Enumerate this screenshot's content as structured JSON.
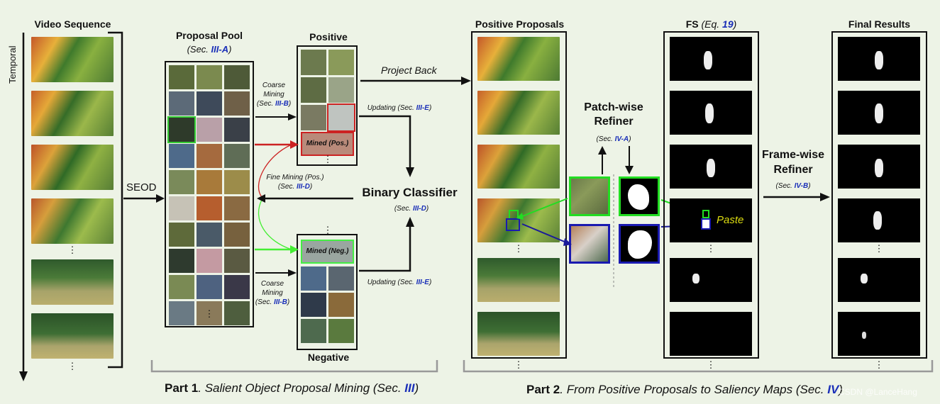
{
  "columns": {
    "video_sequence": "Video Sequence",
    "temporal": "Temporal",
    "proposal_pool": "Proposal Pool",
    "proposal_pool_ref_prefix": "(Sec. ",
    "proposal_pool_ref": "III-A",
    "proposal_pool_ref_suffix": ")",
    "positive": "Positive",
    "negative": "Negative",
    "positive_proposals": "Positive Proposals",
    "fs": "FS",
    "fs_ref_prefix": "(Eq. ",
    "fs_ref": "19",
    "fs_ref_suffix": ")",
    "final_results": "Final Results"
  },
  "labels": {
    "seod": "SEOD",
    "coarse_mining_top_1": "Coarse",
    "coarse_mining_top_2": "Mining",
    "coarse_mining_top_ref": "III-B",
    "coarse_mining_bottom_1": "Coarse",
    "coarse_mining_bottom_2": "Mining",
    "coarse_mining_bottom_ref": "III-B",
    "project_back": "Project Back",
    "updating_top": "Updating (Sec. ",
    "updating_top_ref": "III-E",
    "updating_bottom": "Updating (Sec. ",
    "updating_bottom_ref": "III-E",
    "mined_pos": "Mined (Pos.)",
    "mined_neg": "Mined (Neg.)",
    "fine_mining": "Fine Mining (Pos.)",
    "fine_mining_ref": "III-D",
    "binary_classifier": "Binary Classifier",
    "binary_classifier_ref": "III-D",
    "patch_refiner_1": "Patch-wise",
    "patch_refiner_2": "Refiner",
    "patch_refiner_ref": "IV-A",
    "frame_refiner_1": "Frame-wise",
    "frame_refiner_2": "Refiner",
    "frame_refiner_ref": "IV-B",
    "paste": "Paste",
    "sec_prefix": "(Sec. ",
    "close": ")",
    "close_paren": ")"
  },
  "parts": {
    "part1_label": "Part 1",
    "part1_title": ". Salient Object Proposal Mining (Sec. ",
    "part1_ref": "III",
    "part1_close": ")",
    "part2_label": "Part 2",
    "part2_title": ". From Positive Proposals to Saliency Maps (Sec. ",
    "part2_ref": "IV",
    "part2_close": ")"
  },
  "watermark": "CSDN @LanceHang",
  "ellipsis": "⋮",
  "colors": {
    "background": "#edf3e6",
    "reference_blue": "#1a2fb8",
    "positive_red": "#cc2222",
    "negative_green": "#44ee33",
    "patch_green": "#22dd22",
    "patch_blue": "#1a1ab0",
    "paste_yellow": "#dddd11"
  }
}
